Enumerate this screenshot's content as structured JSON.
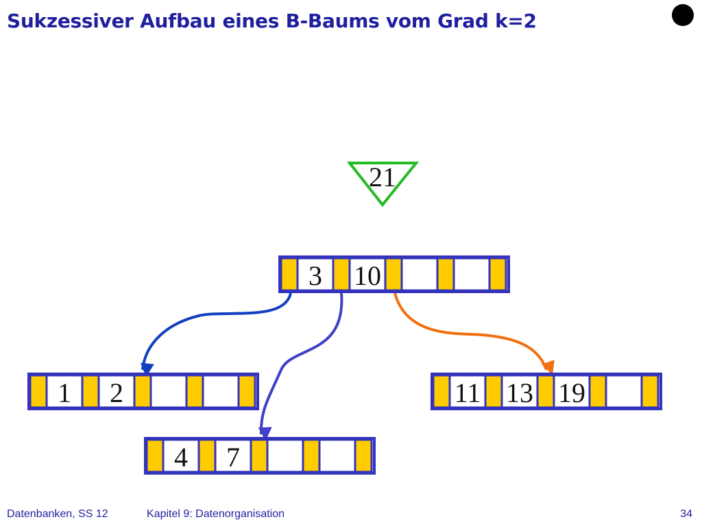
{
  "slide": {
    "title": "Sukzessiver Aufbau eines B-Baums vom Grad k=2",
    "footer_course": "Datenbanken, SS 12",
    "footer_chapter": "Kapitel 9: Datenorganisation",
    "page_number": "34"
  },
  "diagram": {
    "insert_key": "21",
    "root": {
      "keys": [
        "3",
        "10",
        "",
        ""
      ]
    },
    "children": [
      {
        "name": "node-left",
        "keys": [
          "1",
          "2",
          "",
          ""
        ]
      },
      {
        "name": "node-middle",
        "keys": [
          "4",
          "7",
          "",
          ""
        ]
      },
      {
        "name": "node-right",
        "keys": [
          "11",
          "13",
          "19",
          ""
        ]
      }
    ],
    "colors": {
      "node_border": "#3333bb",
      "pointer_fill": "#ffcc00",
      "edge_left": "#1040c0",
      "edge_middle": "#4040c8",
      "edge_right": "#f07010",
      "insert_marker": "#22bb22"
    }
  }
}
